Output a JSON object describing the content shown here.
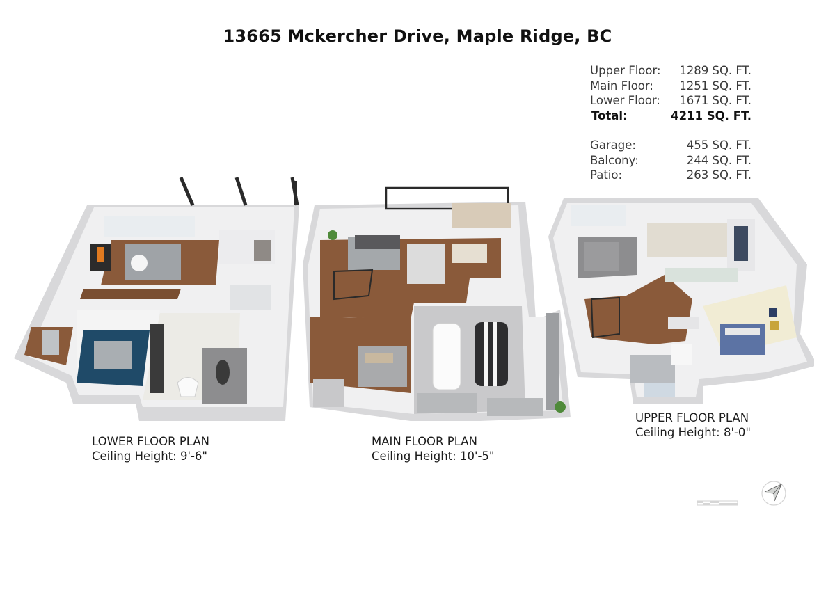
{
  "title": "13665 Mckercher Drive, Maple Ridge, BC",
  "area_summary": {
    "floors": [
      {
        "label": "Upper Floor:",
        "value": "1289 SQ. FT."
      },
      {
        "label": "Main Floor:",
        "value": "1251 SQ. FT."
      },
      {
        "label": "Lower Floor:",
        "value": "1671 SQ. FT."
      }
    ],
    "total": {
      "label": "Total:",
      "value": "4211 SQ. FT."
    },
    "extras": [
      {
        "label": "Garage:",
        "value": "455 SQ. FT."
      },
      {
        "label": "Balcony:",
        "value": "244 SQ. FT."
      },
      {
        "label": "Patio:",
        "value": "263 SQ. FT."
      }
    ]
  },
  "plans": {
    "lower": {
      "name": "LOWER FLOOR PLAN",
      "ceiling": "Ceiling Height: 9'-6\""
    },
    "main": {
      "name": "MAIN FLOOR PLAN",
      "ceiling": "Ceiling Height: 10'-5\""
    },
    "upper": {
      "name": "UPPER FLOOR PLAN",
      "ceiling": "Ceiling Height: 8'-0\""
    }
  },
  "colors": {
    "wall": "#e4e4e6",
    "wall_top": "#f3f3f4",
    "floor_wood": "#8a5a3a",
    "carpet": "#9a9a9c",
    "gym_blue": "#1f4a68",
    "garage_floor": "#c9c9cb"
  }
}
